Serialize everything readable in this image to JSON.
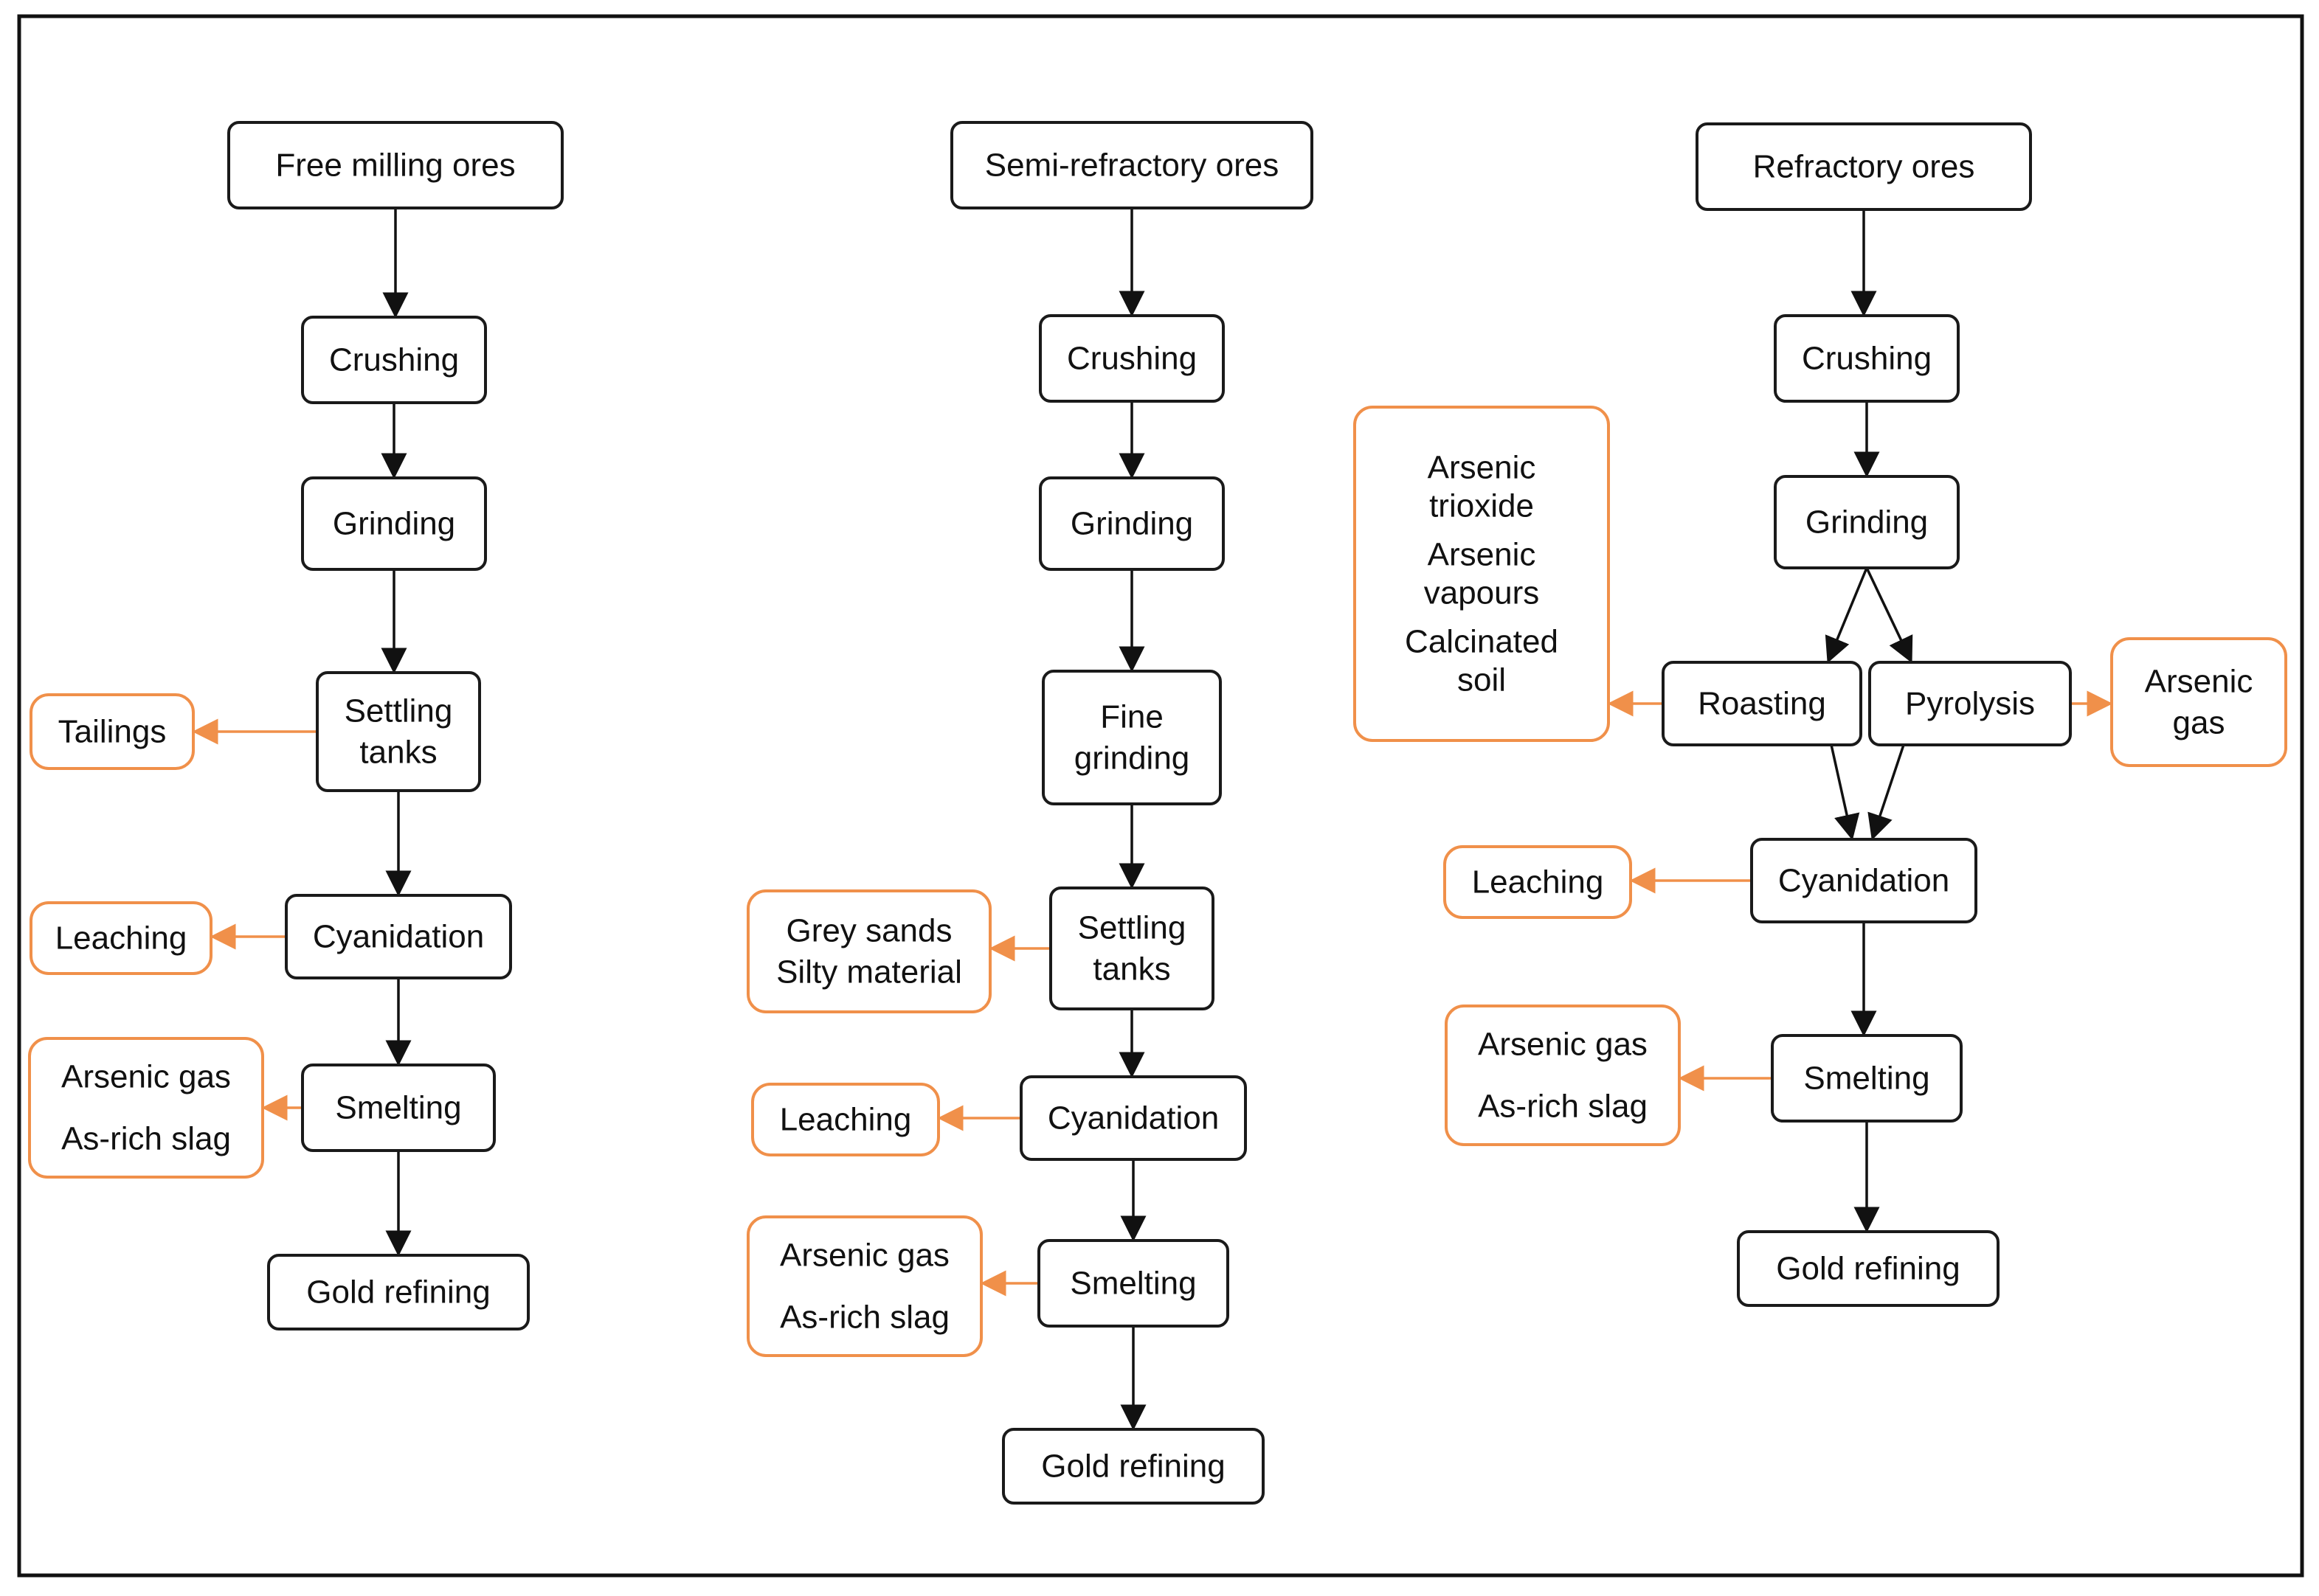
{
  "colors": {
    "process_stroke": "#1a1a1a",
    "waste_stroke": "#f0904a",
    "arrow_main": "#111111",
    "arrow_waste": "#f0904a",
    "frame": "#111111",
    "text": "#111111"
  },
  "columns": [
    {
      "id": "free-milling",
      "title": "Free milling ores",
      "steps": [
        {
          "label": "Crushing"
        },
        {
          "label": "Grinding"
        },
        {
          "label": "Settling tanks",
          "byproducts": [
            "Tailings"
          ]
        },
        {
          "label": "Cyanidation",
          "byproducts": [
            "Leaching"
          ]
        },
        {
          "label": "Smelting",
          "byproducts": [
            "Arsenic gas",
            "As-rich slag"
          ]
        },
        {
          "label": "Gold refining"
        }
      ]
    },
    {
      "id": "semi-refractory",
      "title": "Semi-refractory ores",
      "steps": [
        {
          "label": "Crushing"
        },
        {
          "label": "Grinding"
        },
        {
          "label": "Fine grinding"
        },
        {
          "label": "Settling tanks",
          "byproducts": [
            "Grey sands",
            "Silty material"
          ]
        },
        {
          "label": "Cyanidation",
          "byproducts": [
            "Leaching"
          ]
        },
        {
          "label": "Smelting",
          "byproducts": [
            "Arsenic gas",
            "As-rich slag"
          ]
        },
        {
          "label": "Gold refining"
        }
      ]
    },
    {
      "id": "refractory",
      "title": "Refractory ores",
      "steps": [
        {
          "label": "Crushing"
        },
        {
          "label": "Grinding"
        },
        {
          "label": "Roasting",
          "byproducts": [
            "Arsenic trioxide",
            "Arsenic vapours",
            "Calcinated soil"
          ]
        },
        {
          "label": "Pyrolysis",
          "byproducts": [
            "Arsenic gas"
          ]
        },
        {
          "label": "Cyanidation",
          "byproducts": [
            "Leaching"
          ]
        },
        {
          "label": "Smelting",
          "byproducts": [
            "Arsenic gas",
            "As-rich slag"
          ]
        },
        {
          "label": "Gold refining"
        }
      ]
    }
  ]
}
